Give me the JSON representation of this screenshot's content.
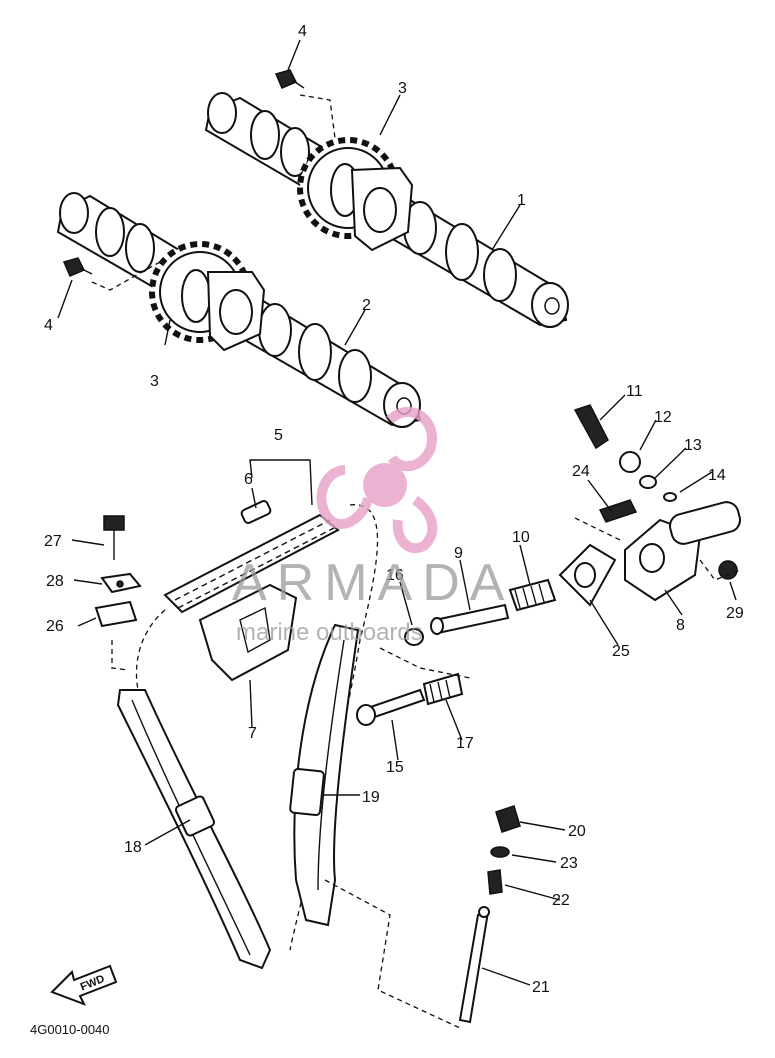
{
  "diagram": {
    "code": "4G0010-0040",
    "fwd_label": "FWD",
    "callouts": {
      "c1": "1",
      "c2": "2",
      "c3a": "3",
      "c3b": "3",
      "c4a": "4",
      "c4b": "4",
      "c5": "5",
      "c6": "6",
      "c7": "7",
      "c8": "8",
      "c9": "9",
      "c10": "10",
      "c11": "11",
      "c12": "12",
      "c13": "13",
      "c14": "14",
      "c15": "15",
      "c16": "16",
      "c17": "17",
      "c18": "18",
      "c19": "19",
      "c20": "20",
      "c21": "21",
      "c22": "22",
      "c23": "23",
      "c24": "24",
      "c25": "25",
      "c26": "26",
      "c27": "27",
      "c28": "28",
      "c29": "29"
    }
  },
  "watermark": {
    "brand": "ARMADA",
    "tagline": "marine outboards",
    "logo_color": "#e8a0c8",
    "text_color": "#9a9a9a"
  }
}
